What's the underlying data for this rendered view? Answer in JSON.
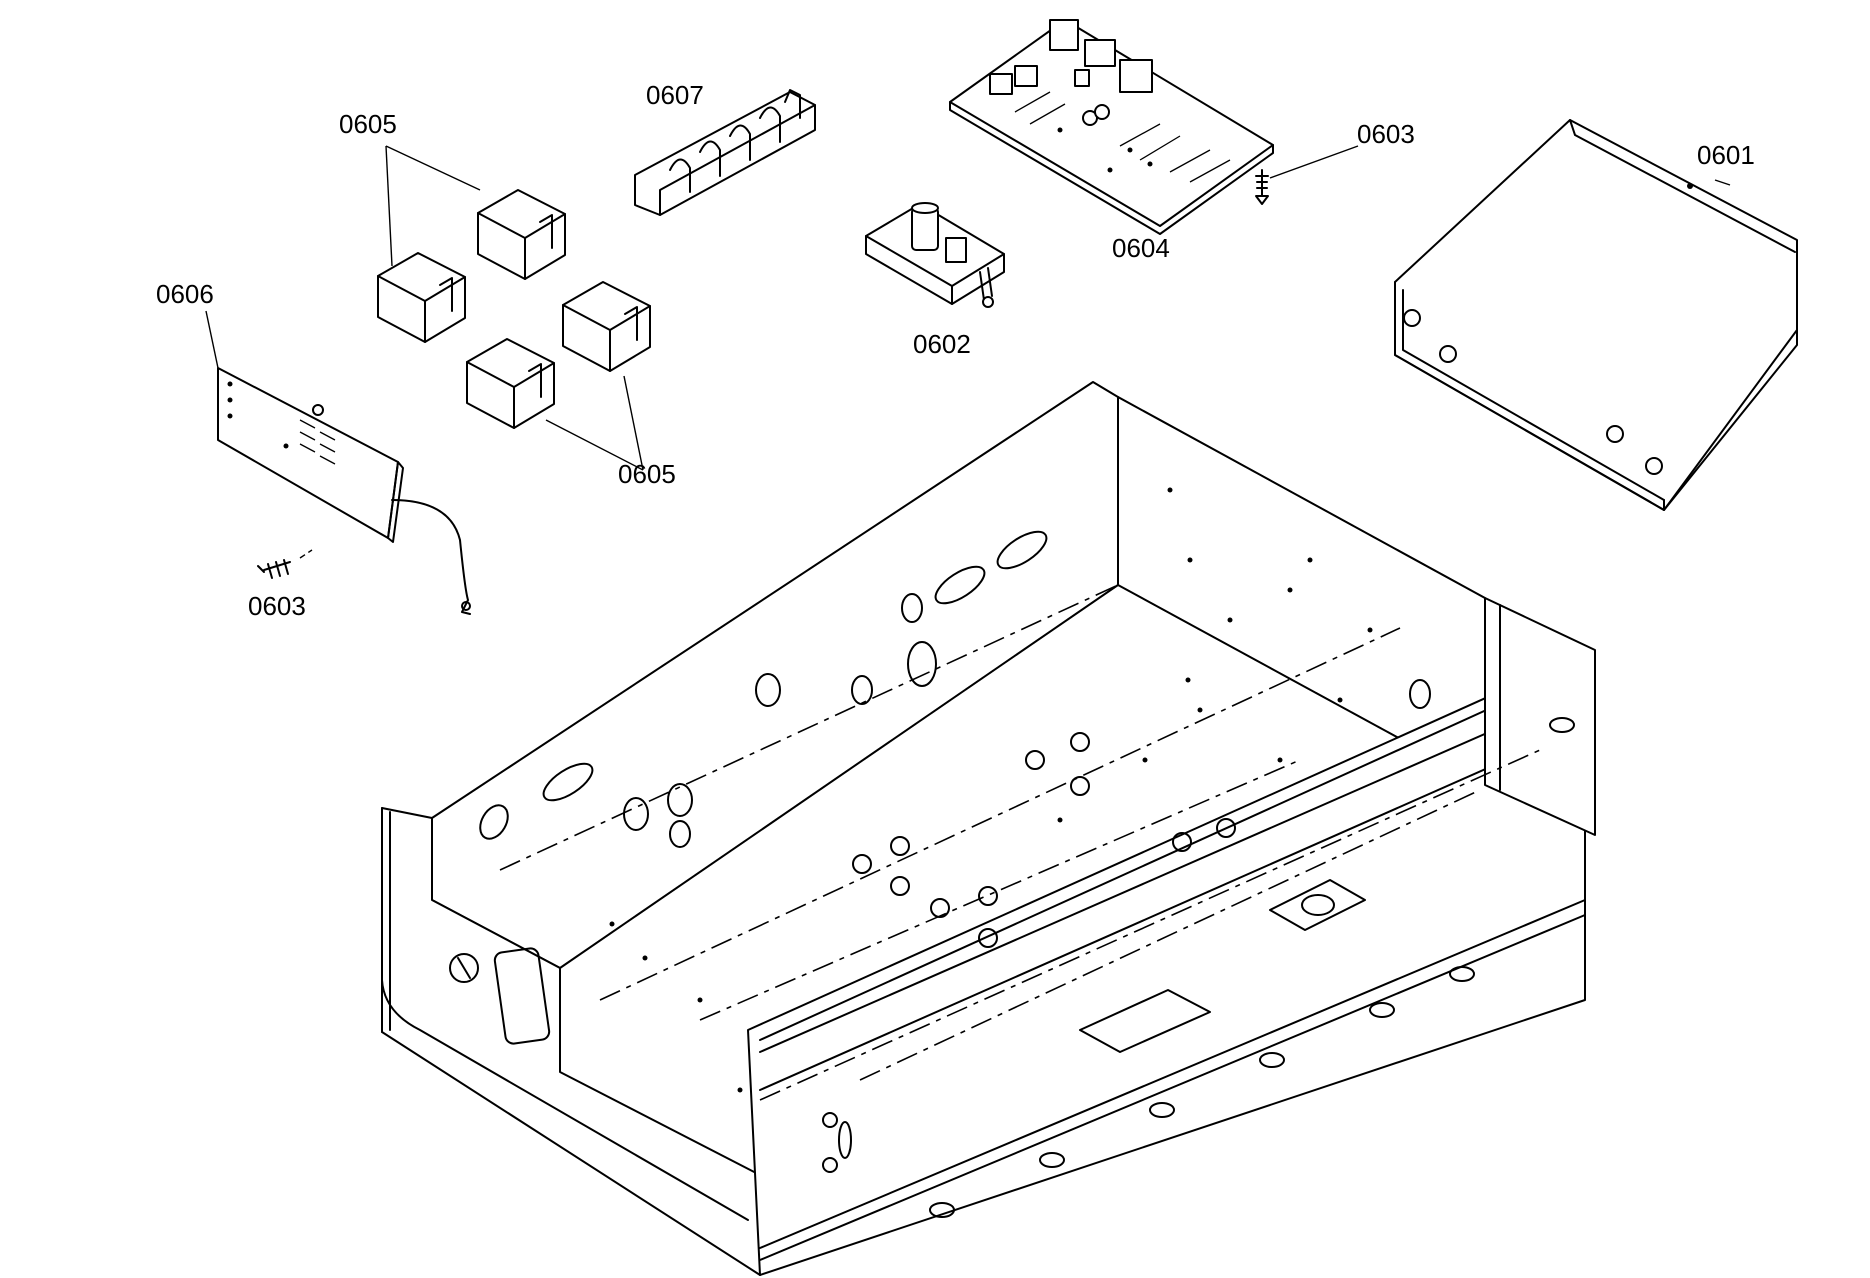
{
  "labels": {
    "p0601": "0601",
    "p0602": "0602",
    "p0603_right": "0603",
    "p0603_left": "0603",
    "p0604": "0604",
    "p0605_top": "0605",
    "p0605_bottom": "0605",
    "p0606": "0606",
    "p0607": "0607"
  }
}
